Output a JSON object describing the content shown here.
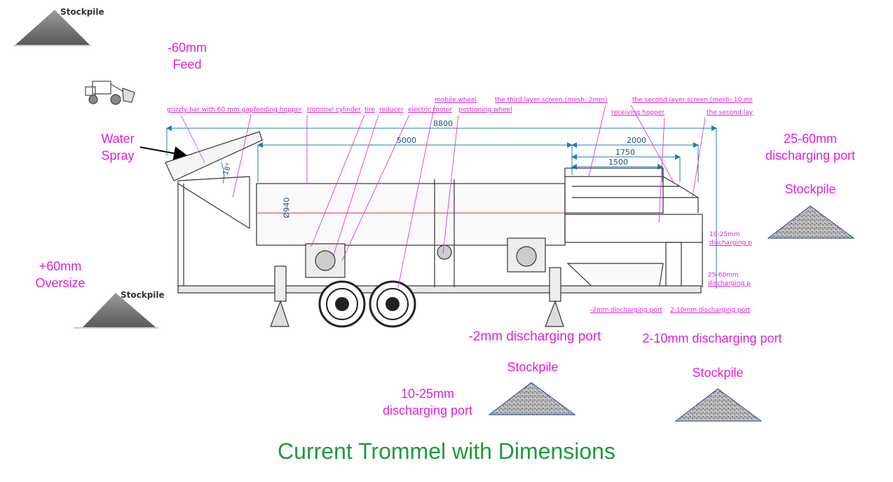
{
  "title": "Current Trommel with Dimensions",
  "labels": {
    "feed_line1": "-60mm",
    "feed_line2": "Feed",
    "water_line1": "Water",
    "water_line2": "Spray",
    "oversize_line1": "+60mm",
    "oversize_line2": "Oversize",
    "port_25_60_line1": "25-60mm",
    "port_25_60_line2": "discharging port",
    "stockpile_right": "Stockpile",
    "port_minus2": "-2mm discharging port",
    "port_2_10": "2-10mm discharging port",
    "stockpile_bottom_mid": "Stockpile",
    "stockpile_bottom_right": "Stockpile",
    "port_10_25_line1": "10-25mm",
    "port_10_25_line2": "discharging port",
    "stockpile_small_top": "Stockpile",
    "stockpile_small_left": "Stockpile"
  },
  "callouts": {
    "grizzly": "grizzly bar with 60 mm gap",
    "hopper": "feeding hopper",
    "cylinder": "trommel cylinder",
    "tire": "tire",
    "reducer": "reducer",
    "motor": "electric motor",
    "mobile_wheel": "mobile wheel",
    "positioning_wheel": "postioning wheel",
    "third_screen": "the third layer screen (mesh: 2mm)",
    "second_screen": "the second layer screen (mesh: 10 mr",
    "receiving_hopper": "receiving hopper",
    "second_lay": "the second lay",
    "d_10_25a": "10-25mm",
    "d_10_25b": "discharging p",
    "d_25_60a": "25-60mm",
    "d_25_60b": "discharging p",
    "d_minus2": "-2mm discharging port",
    "d_2_10": "2-10mm discharging port"
  },
  "dimensions": {
    "total": "8800",
    "drum": "5000",
    "screen_2000": "2000",
    "screen_1750": "1750",
    "screen_1500": "1500",
    "diameter": "Ø940",
    "angle": "18°"
  },
  "colors": {
    "label": "#e020d8",
    "dim": "#1a7fbf",
    "title": "#1f9a3a",
    "line": "#333333"
  }
}
